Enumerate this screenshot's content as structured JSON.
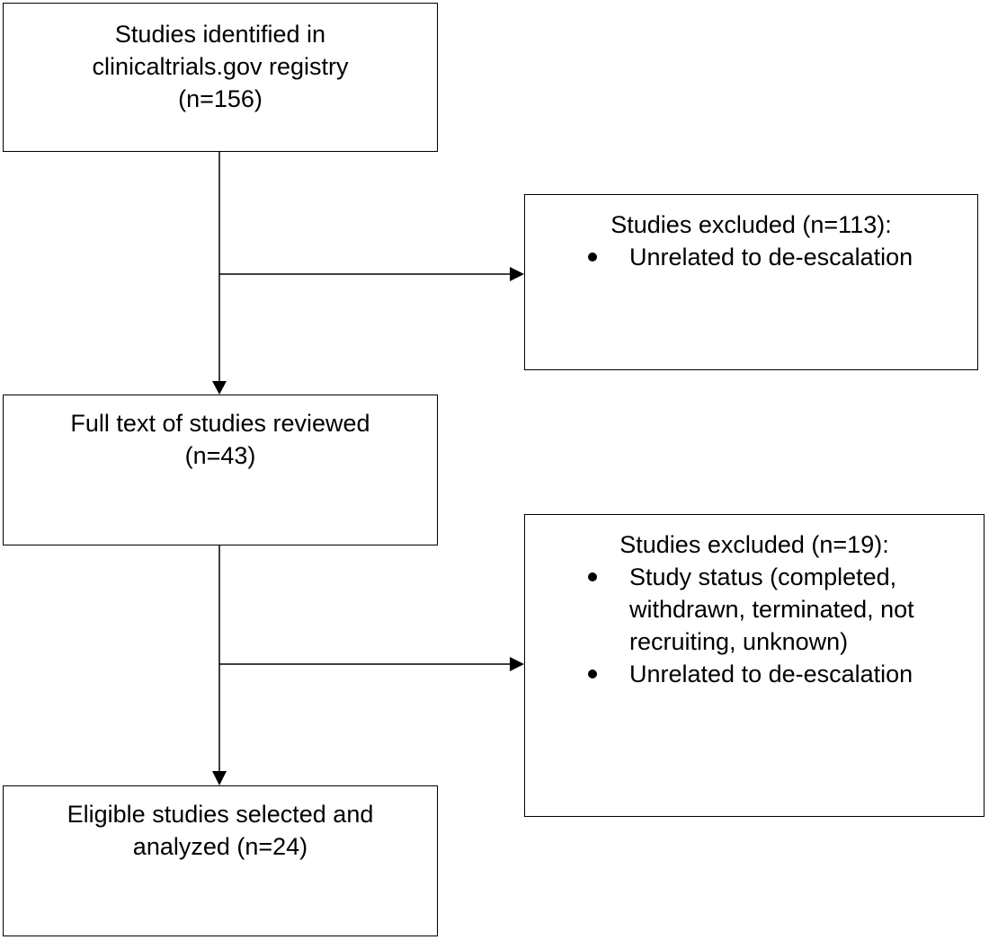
{
  "boxes": {
    "identified": {
      "lines": [
        "Studies identified in",
        "clinicaltrials.gov registry",
        "(n=156)"
      ]
    },
    "excluded_1": {
      "title": "Studies excluded (n=113):",
      "bullets": [
        [
          "Unrelated to de-escalation"
        ]
      ]
    },
    "full_text": {
      "lines": [
        "Full text of studies reviewed",
        "(n=43)"
      ]
    },
    "excluded_2": {
      "title": "Studies excluded (n=19):",
      "bullets": [
        [
          "Study status (completed,",
          "withdrawn, terminated, not",
          "recruiting, unknown)"
        ],
        [
          "Unrelated to de-escalation"
        ]
      ]
    },
    "eligible": {
      "lines": [
        "Eligible studies selected and",
        "analyzed (n=24)"
      ]
    }
  }
}
